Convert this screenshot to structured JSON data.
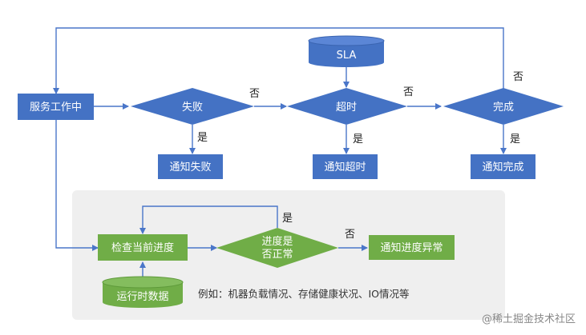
{
  "nodes": {
    "service_working": "服务工作中",
    "failed": "失败",
    "timeout": "超时",
    "completed": "完成",
    "sla": "SLA",
    "notify_failed": "通知失败",
    "notify_timeout": "通知超时",
    "notify_completed": "通知完成",
    "check_progress": "检查当前进度",
    "progress_normal_line1": "进度是",
    "progress_normal_line2": "否正常",
    "notify_progress_abnormal": "通知进度异常",
    "runtime_data": "运行时数据"
  },
  "edge_labels": {
    "failed_no": "否",
    "timeout_no": "否",
    "completed_no": "否",
    "failed_yes": "是",
    "timeout_yes": "是",
    "completed_yes": "是",
    "progress_yes": "是",
    "progress_no": "否"
  },
  "note": "例如：机器负载情况、存储健康状况、IO情况等",
  "watermark": "@稀土掘金技术社区",
  "colors": {
    "blue": "#4472C4",
    "green": "#70AD47",
    "panel": "#EFEFEF",
    "arrow": "#4A76C9"
  }
}
